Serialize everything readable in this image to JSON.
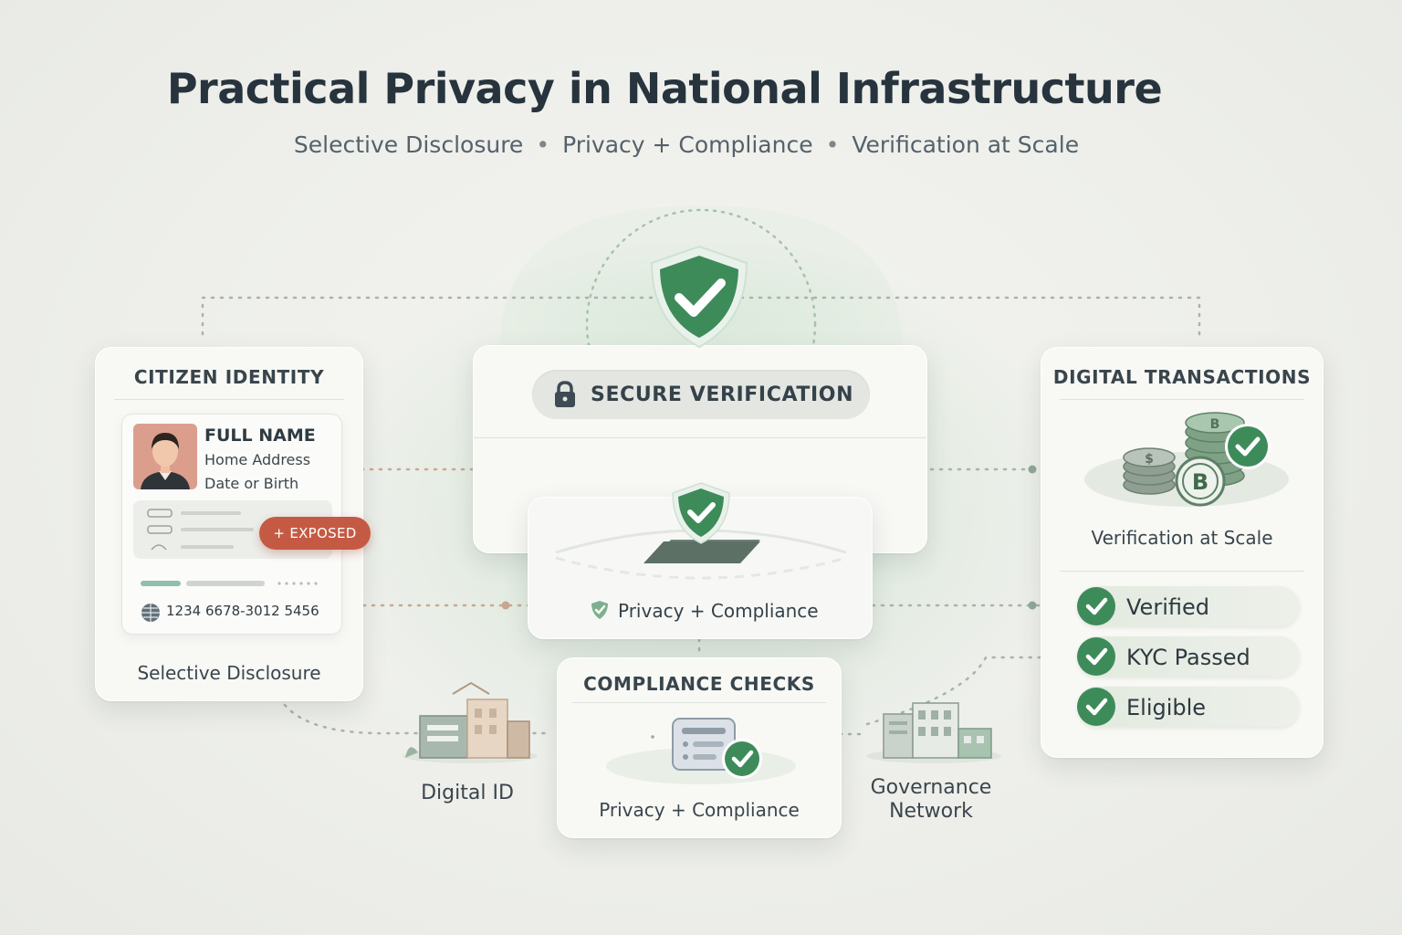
{
  "title": "Practical Privacy in National Infrastructure",
  "subtitle": {
    "items": [
      "Selective Disclosure",
      "Privacy + Compliance",
      "Verification at Scale"
    ],
    "separator": "•"
  },
  "citizen_identity": {
    "title": "CITIZEN IDENTITY",
    "full_name": "FULL NAME",
    "home_address": "Home Address",
    "date_of_birth": "Date or Birth",
    "badge": "+ EXPOSED",
    "id_number": "1234 6678-3012 5456",
    "caption": "Selective Disclosure"
  },
  "secure_verification": {
    "label": "SECURE VERIFICATION",
    "inner_caption": "Privacy + Compliance"
  },
  "compliance_checks": {
    "title": "COMPLIANCE CHECKS",
    "caption": "Privacy + Compliance"
  },
  "digital_transactions": {
    "title": "DIGITAL TRANSACTIONS",
    "caption": "Verification at Scale",
    "statuses": [
      "Verified",
      "KYC Passed",
      "Eligible"
    ]
  },
  "nodes": {
    "digital_id": "Digital ID",
    "governance_line1": "Governance",
    "governance_line2": "Network"
  },
  "colors": {
    "accent_green": "#3e8b5a",
    "exposed_red": "#c55a44",
    "connector": "#a9b3ab",
    "connector_warm": "#c9a890"
  },
  "icons": [
    "shield-check-icon",
    "lock-icon",
    "avatar-icon",
    "globe-icon",
    "coins-icon",
    "document-check-icon",
    "building-icon",
    "check-circle-icon"
  ]
}
